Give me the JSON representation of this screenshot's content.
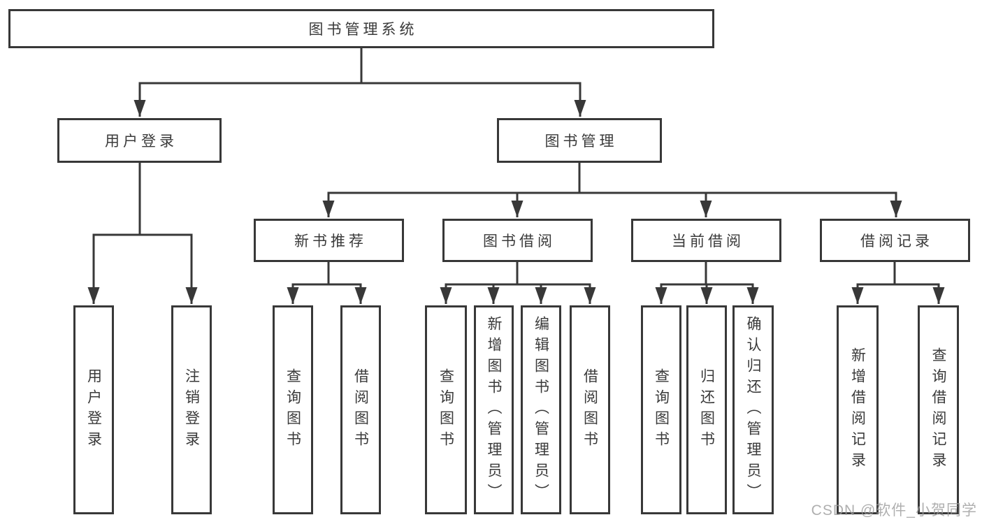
{
  "title": {
    "label": "图书管理系统"
  },
  "branches": {
    "user_login": {
      "label": "用户登录",
      "children": [
        {
          "label": "用户登录"
        },
        {
          "label": "注销登录"
        }
      ]
    },
    "book_management": {
      "label": "图书管理",
      "children": [
        {
          "label": "新书推荐",
          "children": [
            {
              "label": "查询图书"
            },
            {
              "label": "借阅图书"
            }
          ]
        },
        {
          "label": "图书借阅",
          "children": [
            {
              "label": "查询图书"
            },
            {
              "label": "新增图书（管理员）"
            },
            {
              "label": "编辑图书（管理员）"
            },
            {
              "label": "借阅图书"
            }
          ]
        },
        {
          "label": "当前借阅",
          "children": [
            {
              "label": "查询图书"
            },
            {
              "label": "归还图书"
            },
            {
              "label": "确认归还（管理员）"
            }
          ]
        },
        {
          "label": "借阅记录",
          "children": [
            {
              "label": "新增借阅记录"
            },
            {
              "label": "查询借阅记录"
            }
          ]
        }
      ]
    }
  },
  "watermark": {
    "text": "CSDN @软件_小贺同学"
  },
  "colors": {
    "line": "#383838",
    "text": "#3a3a3a",
    "watermark": "#9c9c9c",
    "background": "#ffffff"
  }
}
